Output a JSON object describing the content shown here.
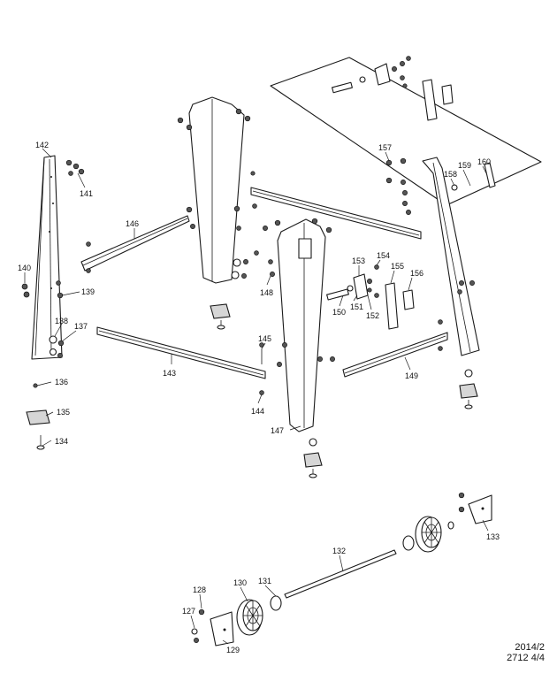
{
  "parts": [
    {
      "id": "142",
      "label": "142"
    },
    {
      "id": "141",
      "label": "141"
    },
    {
      "id": "140",
      "label": "140"
    },
    {
      "id": "139",
      "label": "139"
    },
    {
      "id": "138",
      "label": "138"
    },
    {
      "id": "137",
      "label": "137"
    },
    {
      "id": "136",
      "label": "136"
    },
    {
      "id": "135",
      "label": "135"
    },
    {
      "id": "134",
      "label": "134"
    },
    {
      "id": "146",
      "label": "146"
    },
    {
      "id": "143",
      "label": "143"
    },
    {
      "id": "145",
      "label": "145"
    },
    {
      "id": "144",
      "label": "144"
    },
    {
      "id": "148",
      "label": "148"
    },
    {
      "id": "147",
      "label": "147"
    },
    {
      "id": "150",
      "label": "150"
    },
    {
      "id": "151",
      "label": "151"
    },
    {
      "id": "152",
      "label": "152"
    },
    {
      "id": "153",
      "label": "153"
    },
    {
      "id": "154",
      "label": "154"
    },
    {
      "id": "155",
      "label": "155"
    },
    {
      "id": "156",
      "label": "156"
    },
    {
      "id": "157",
      "label": "157"
    },
    {
      "id": "158",
      "label": "158"
    },
    {
      "id": "159",
      "label": "159"
    },
    {
      "id": "160",
      "label": "160"
    },
    {
      "id": "149",
      "label": "149"
    },
    {
      "id": "133",
      "label": "133"
    },
    {
      "id": "132",
      "label": "132"
    },
    {
      "id": "131",
      "label": "131"
    },
    {
      "id": "130",
      "label": "130"
    },
    {
      "id": "128",
      "label": "128"
    },
    {
      "id": "127",
      "label": "127"
    },
    {
      "id": "129",
      "label": "129"
    }
  ],
  "footer": {
    "line1": "2014/2",
    "line2": "2712 4/4"
  }
}
